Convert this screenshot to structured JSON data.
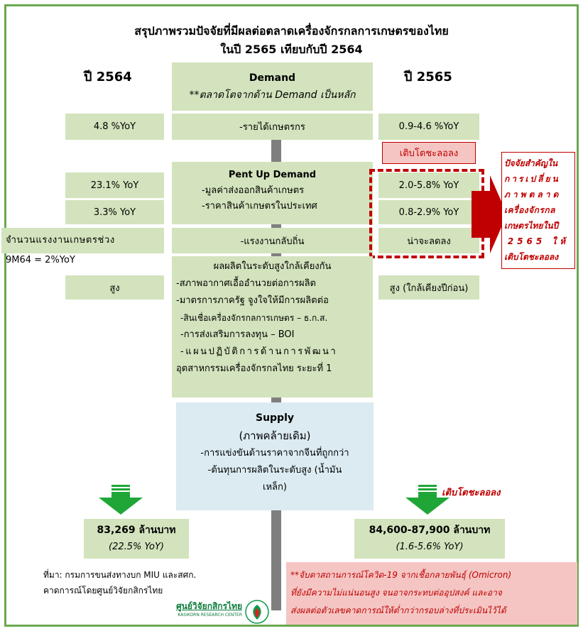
{
  "header": {
    "title_line1": "สรุปภาพรวมปัจจัยที่มีผลต่อตลาดเครื่องจักรกลการเกษตรของไทย",
    "title_line2": "ในปี 2565 เทียบกับปี 2564"
  },
  "columns": {
    "left_year": "ปี 2564",
    "right_year": "ปี 2565"
  },
  "demand": {
    "heading": "Demand",
    "note": "**ตลาดโตจากด้าน Demand เป็นหลัก"
  },
  "rows": {
    "farm_income": {
      "left": "4.8 %YoY",
      "center": "-รายได้เกษตรกร",
      "right": "0.9-4.6 %YoY"
    },
    "slowdown_badge": "เติบโตชะลอลง",
    "pent_up": {
      "heading": "Pent Up Demand",
      "lines": [
        "-มูลค่าส่งออกสินค้าเกษตร",
        "-ราคาสินค้าเกษตรในประเทศ"
      ],
      "left": [
        "23.1% YoY",
        "3.3% YoY"
      ],
      "right": [
        "2.0-5.8% YoY",
        "0.8-2.9% YoY"
      ]
    },
    "labor": {
      "left_line1": "จำนวนแรงงานเกษตรช่วง",
      "left_line2": "9M64 = 2%YoY",
      "center": "-แรงงานกลับถิ่น",
      "right": "น่าจะลดลง"
    },
    "production": {
      "left": "สูง",
      "right": "สูง (ใกล้เคียงปีก่อน)",
      "lines": [
        "ผลผลิตในระดับสูงใกล้เคียงกัน",
        "-สภาพอากาศเอื้ออำนวยต่อการผลิต",
        "-มาตรการภาครัฐ จูงใจให้มีการผลิตต่อ",
        " -สินเชื่อเครื่องจักรกลการเกษตร – ธ.ก.ส.",
        " -การส่งเสริมการลงทุน – BOI",
        " -แผนปฏิบัติการด้านการพัฒนา",
        "อุตสาหกรรมเครื่องจักรกลไทย ระยะที่ 1"
      ]
    }
  },
  "callout": {
    "lines": [
      "ปัจจัยสำคัญใน",
      "การเปลี่ยน",
      "ภาพตลาด",
      "เครื่องจักรกล",
      "เกษตรไทยในปี",
      "2565 ให้",
      "เติบโตชะลอลง"
    ]
  },
  "supply": {
    "heading": "Supply",
    "lines": [
      "(ภาพคล้ายเดิม)",
      "-การแข่งขันด้านราคาจากจีนที่ถูกกว่า",
      "-ต้นทุนการผลิตในระดับสูง (น้ำมัน",
      "เหล็ก)"
    ]
  },
  "results": {
    "left_value": "83,269 ล้านบาท",
    "left_growth": "(22.5% YoY)",
    "right_value": "84,600-87,900 ล้านบาท",
    "right_growth": "(1.6-5.6% YoY)",
    "right_tag": "เติบโตชะลอลง"
  },
  "source": {
    "line1": "ที่มา: กรมการขนส่งทางบก MIU และสศก.",
    "line2": "คาดการณ์โดยศูนย์วิจัยกสิกรไทย"
  },
  "warning": {
    "lines": [
      "**จับตาสถานการณ์โควิด-19 จากเชื้อกลายพันธุ์ (Omicron)",
      "ที่ยังมีความไม่แน่นอนสูง จนอาจกระทบต่ออุปสงค์ และอาจ",
      "ส่งผลต่อตัวเลขคาดการณ์ให้ต่ำกว่ากรอบล่างที่ประเมินไว้ได้"
    ]
  },
  "logo": {
    "name": "ศูนย์วิจัยกสิกรไทย",
    "sub": "KASIKORN RESEARCH CENTER"
  },
  "colors": {
    "frame": "#6aa84f",
    "box_green": "#d3e3bd",
    "box_blue": "#dbebf1",
    "accent_red": "#c00000",
    "arrow_green": "#1fa637"
  }
}
